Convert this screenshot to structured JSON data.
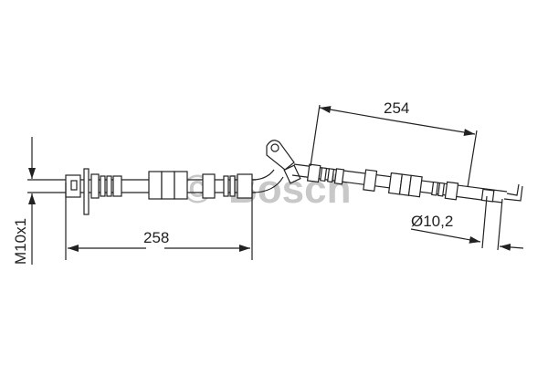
{
  "watermark": {
    "symbol": "©",
    "text": "Bosch"
  },
  "dimensions": {
    "thread": "M10x1",
    "length_left": "258",
    "length_right": "254",
    "diameter": "Ø10,2"
  },
  "colors": {
    "line": "#222222",
    "watermark": "#c8c8c8"
  }
}
